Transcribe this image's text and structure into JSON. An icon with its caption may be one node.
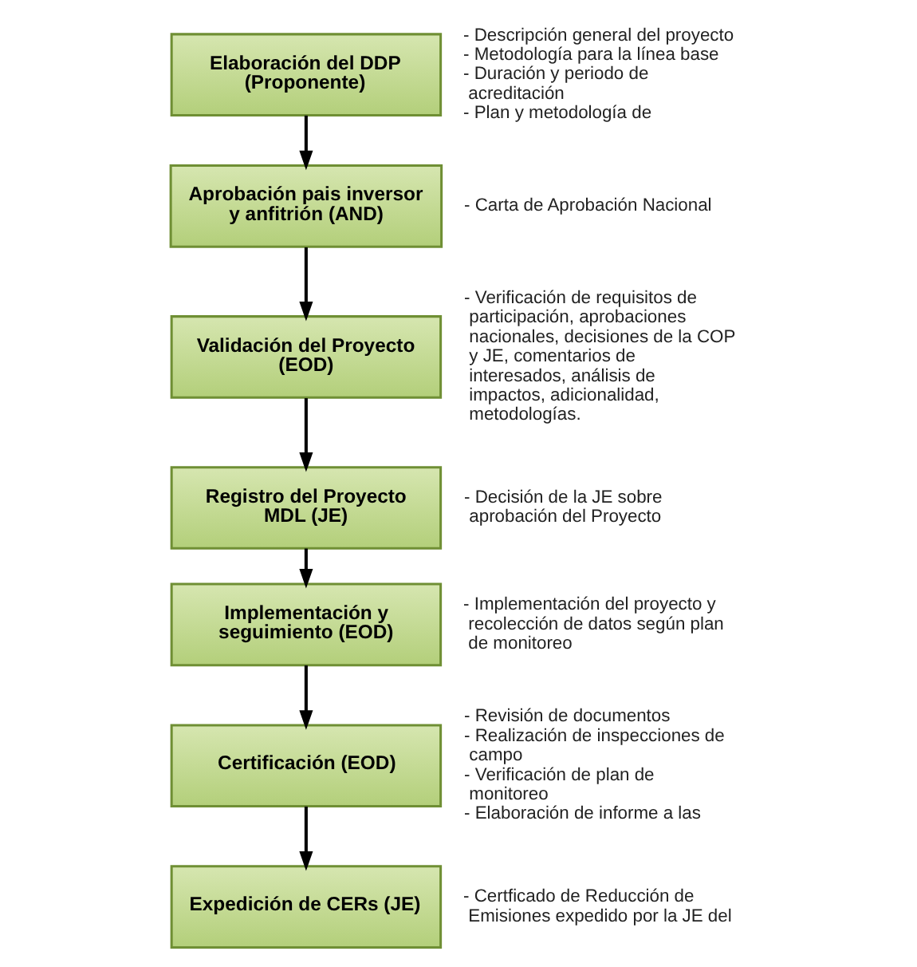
{
  "diagram": {
    "nodes": [
      {
        "text": [
          "Elaboración del DDP (Proponente)"
        ],
        "beside": [
          "- Descripción general del proyecto",
          "- Metodología para la línea base",
          "- Duración y periodo de acreditación",
          "- Plan y metodología de"
        ]
      },
      {
        "text": [
          "Aprobación pais inversor y anfitrión (AND)"
        ],
        "beside": [
          "- Carta de Aprobación Nacional"
        ]
      },
      {
        "text": [
          "Validación del Proyecto (EOD)"
        ],
        "beside": [
          "- Verificación de requisitos de participación, aprobaciones nacionales, decisiones de la COP y JE, comentarios de interesados, análisis de impactos, adicionalidad, metodologías."
        ]
      },
      {
        "text": [
          "Registro del Proyecto MDL (JE)"
        ],
        "beside": [
          "- Decisión de la JE sobre aprobación del Proyecto"
        ]
      },
      {
        "text": [
          "Implementación y seguimiento (EOD)"
        ],
        "beside": [
          "- Implementación del proyecto y recolección de datos según plan de monitoreo"
        ]
      },
      {
        "text": [
          "Certificación (EOD)"
        ],
        "beside": [
          "- Revisión de documentos",
          "- Realización de inspecciones de campo",
          "- Verificación de plan de monitoreo",
          "- Elaboración de informe a las"
        ]
      },
      {
        "text": [
          "Expedición de CERs (JE)"
        ],
        "beside": [
          "- Certficado de Reducción de Emisiones expedido por la JE del"
        ]
      }
    ],
    "edges": [
      {
        "from": 0,
        "to": 1,
        "arrow": "to"
      },
      {
        "from": 1,
        "to": 2,
        "arrow": "to"
      },
      {
        "from": 2,
        "to": 3,
        "arrow": "to"
      },
      {
        "from": 3,
        "to": 4,
        "arrow": "to"
      },
      {
        "from": 4,
        "to": 5,
        "arrow": "to"
      },
      {
        "from": 5,
        "to": 6,
        "arrow": "to"
      }
    ]
  }
}
